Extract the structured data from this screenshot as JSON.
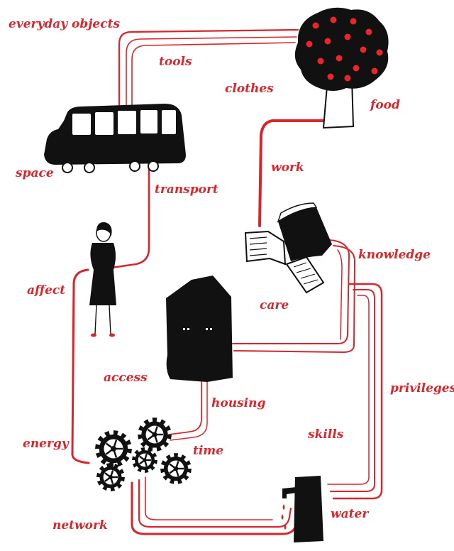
{
  "colors": {
    "line_red": "#d8262c",
    "ink": "#111111",
    "paper": "#ffffff",
    "apple_red": "#e8262b"
  },
  "icons": {
    "tree": "tree-icon",
    "bus": "bus-icon",
    "person": "person-icon",
    "books": "books-icon",
    "house": "house-icon",
    "gears": "gears-icon",
    "tap": "water-tap-icon"
  },
  "labels": {
    "everyday_objects": "everyday objects",
    "tools": "tools",
    "clothes": "clothes",
    "food": "food",
    "space": "space",
    "transport": "transport",
    "work": "work",
    "knowledge": "knowledge",
    "affect": "affect",
    "care": "care",
    "access": "access",
    "housing": "housing",
    "privileges": "privileges",
    "energy": "energy",
    "time": "time",
    "skills": "skills",
    "water": "water",
    "network": "network"
  }
}
